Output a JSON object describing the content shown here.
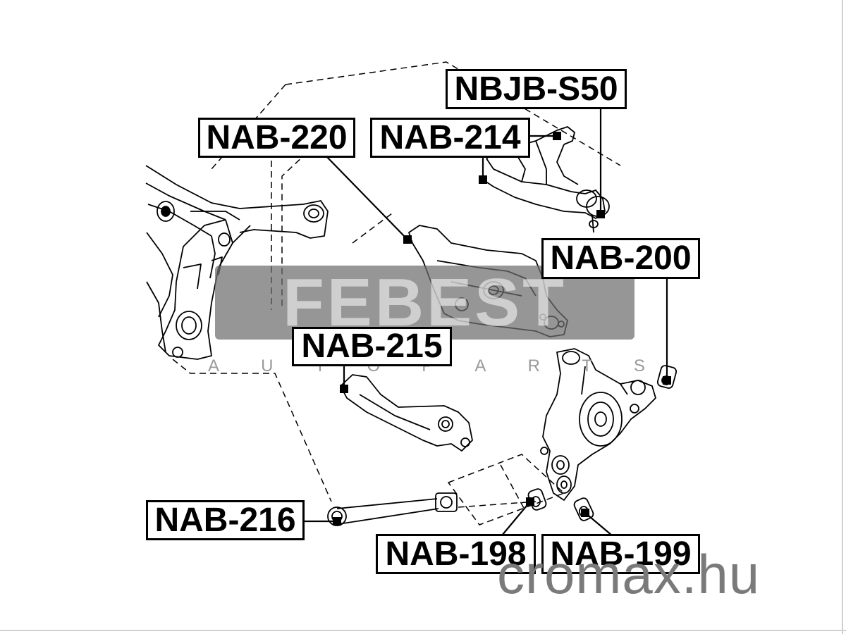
{
  "labels": {
    "nbjb_s50": "NBJB-S50",
    "nab_220": "NAB-220",
    "nab_214": "NAB-214",
    "nab_200": "NAB-200",
    "nab_215": "NAB-215",
    "nab_216": "NAB-216",
    "nab_198": "NAB-198",
    "nab_199": "NAB-199"
  },
  "watermark": {
    "brand": "FEBEST",
    "tagline": [
      "A",
      "U",
      "T",
      "O",
      "P",
      "A",
      "R",
      "T",
      "S"
    ],
    "site": "cromax.hu"
  },
  "colors": {
    "ink": "#000000",
    "watermark_grey": "#6e6e6e",
    "site_grey": "#7a7a7a"
  }
}
